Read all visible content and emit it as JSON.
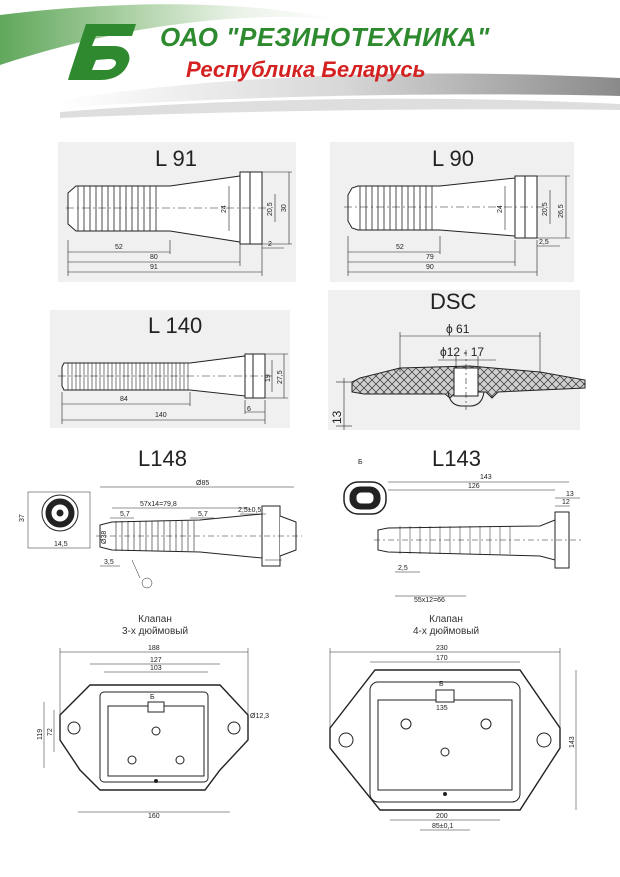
{
  "header": {
    "company": "ОАО \"РЕЗИНОТЕХНИКА\"",
    "country": "Республика Беларусь",
    "logo_icon": "company-logo-b",
    "colors": {
      "green": "#2e8a2e",
      "red": "#d42222"
    }
  },
  "parts": {
    "l91": {
      "title": "L 91",
      "dims": [
        "24",
        "20,5",
        "30",
        "52",
        "80",
        "91",
        "2"
      ]
    },
    "l90": {
      "title": "L 90",
      "dims": [
        "24",
        "20,5",
        "26,5",
        "52",
        "79",
        "90",
        "2,5"
      ]
    },
    "l140": {
      "title": "L 140",
      "dims": [
        "19",
        "27,5",
        "84",
        "140",
        "6"
      ]
    },
    "dsc": {
      "title": "DSC",
      "dims": [
        "ϕ 61",
        "ϕ12 - 17",
        "13"
      ]
    },
    "l148": {
      "title": "L148",
      "dims": [
        "Ø85",
        "57x14=79,8",
        "5,7",
        "5,7",
        "2,5±0,5",
        "37",
        "14,5",
        "Ø38",
        "3,5"
      ]
    },
    "l143": {
      "title": "L143",
      "dims": [
        "Б",
        "143",
        "126",
        "13",
        "12",
        "2,5",
        "55x12=66"
      ]
    }
  },
  "valves": {
    "valve3": {
      "label": "Клапан\n3-х дюймовый",
      "dims": [
        "188",
        "127",
        "103",
        "119",
        "72",
        "Ø12,3",
        "160"
      ]
    },
    "valve4": {
      "label": "Клапан\n4-х дюймовый",
      "dims": [
        "230",
        "170",
        "135",
        "143",
        "200",
        "85±0,1"
      ]
    }
  }
}
